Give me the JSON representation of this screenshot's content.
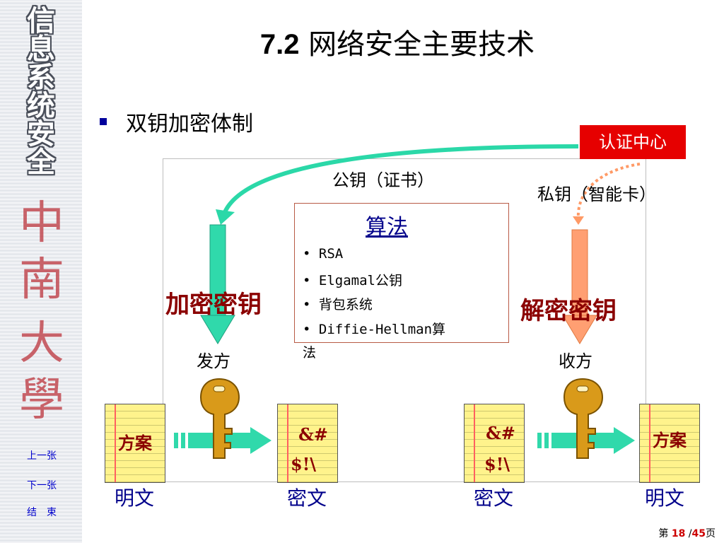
{
  "sidebar": {
    "title_chars": [
      "信",
      "息",
      "系",
      "统",
      "安",
      "全"
    ],
    "calligraphy_chars": [
      "中",
      "南",
      "大",
      "學"
    ],
    "nav": {
      "prev": "上一张",
      "next": "下一张",
      "end": "结　束"
    }
  },
  "slide": {
    "title_num": "7.2",
    "title_text": "网络安全主要技术",
    "bullet": "双钥加密体制",
    "cert_center": "认证中心",
    "public_key": "公钥（证书）",
    "private_key": "私钥（智能卡）",
    "encrypt_key": "加密密钥",
    "decrypt_key": "解密密钥",
    "sender": "发方",
    "receiver": "收方",
    "algorithm": {
      "title": "算法",
      "items": [
        "• RSA",
        "• Elgamal公钥",
        "• 背包系统",
        "• Diffie-Hellman算",
        "法"
      ]
    },
    "plaintext_doc": "方案",
    "ciphertext_doc_line1": "&#",
    "ciphertext_doc_line2": "$!\\",
    "labels": {
      "plain_left": "明文",
      "cipher_left": "密文",
      "cipher_right": "密文",
      "plain_right": "明文"
    }
  },
  "footer": {
    "prefix": "第 ",
    "current": "18",
    "sep": " /",
    "total": "45",
    "suffix": "页"
  },
  "colors": {
    "nav_blue": "#0000cc",
    "cert_red": "#e60000",
    "arrow_green": "#2bd8a8",
    "private_orange": "#ff9a66",
    "key_gold": "#d99a1a"
  }
}
